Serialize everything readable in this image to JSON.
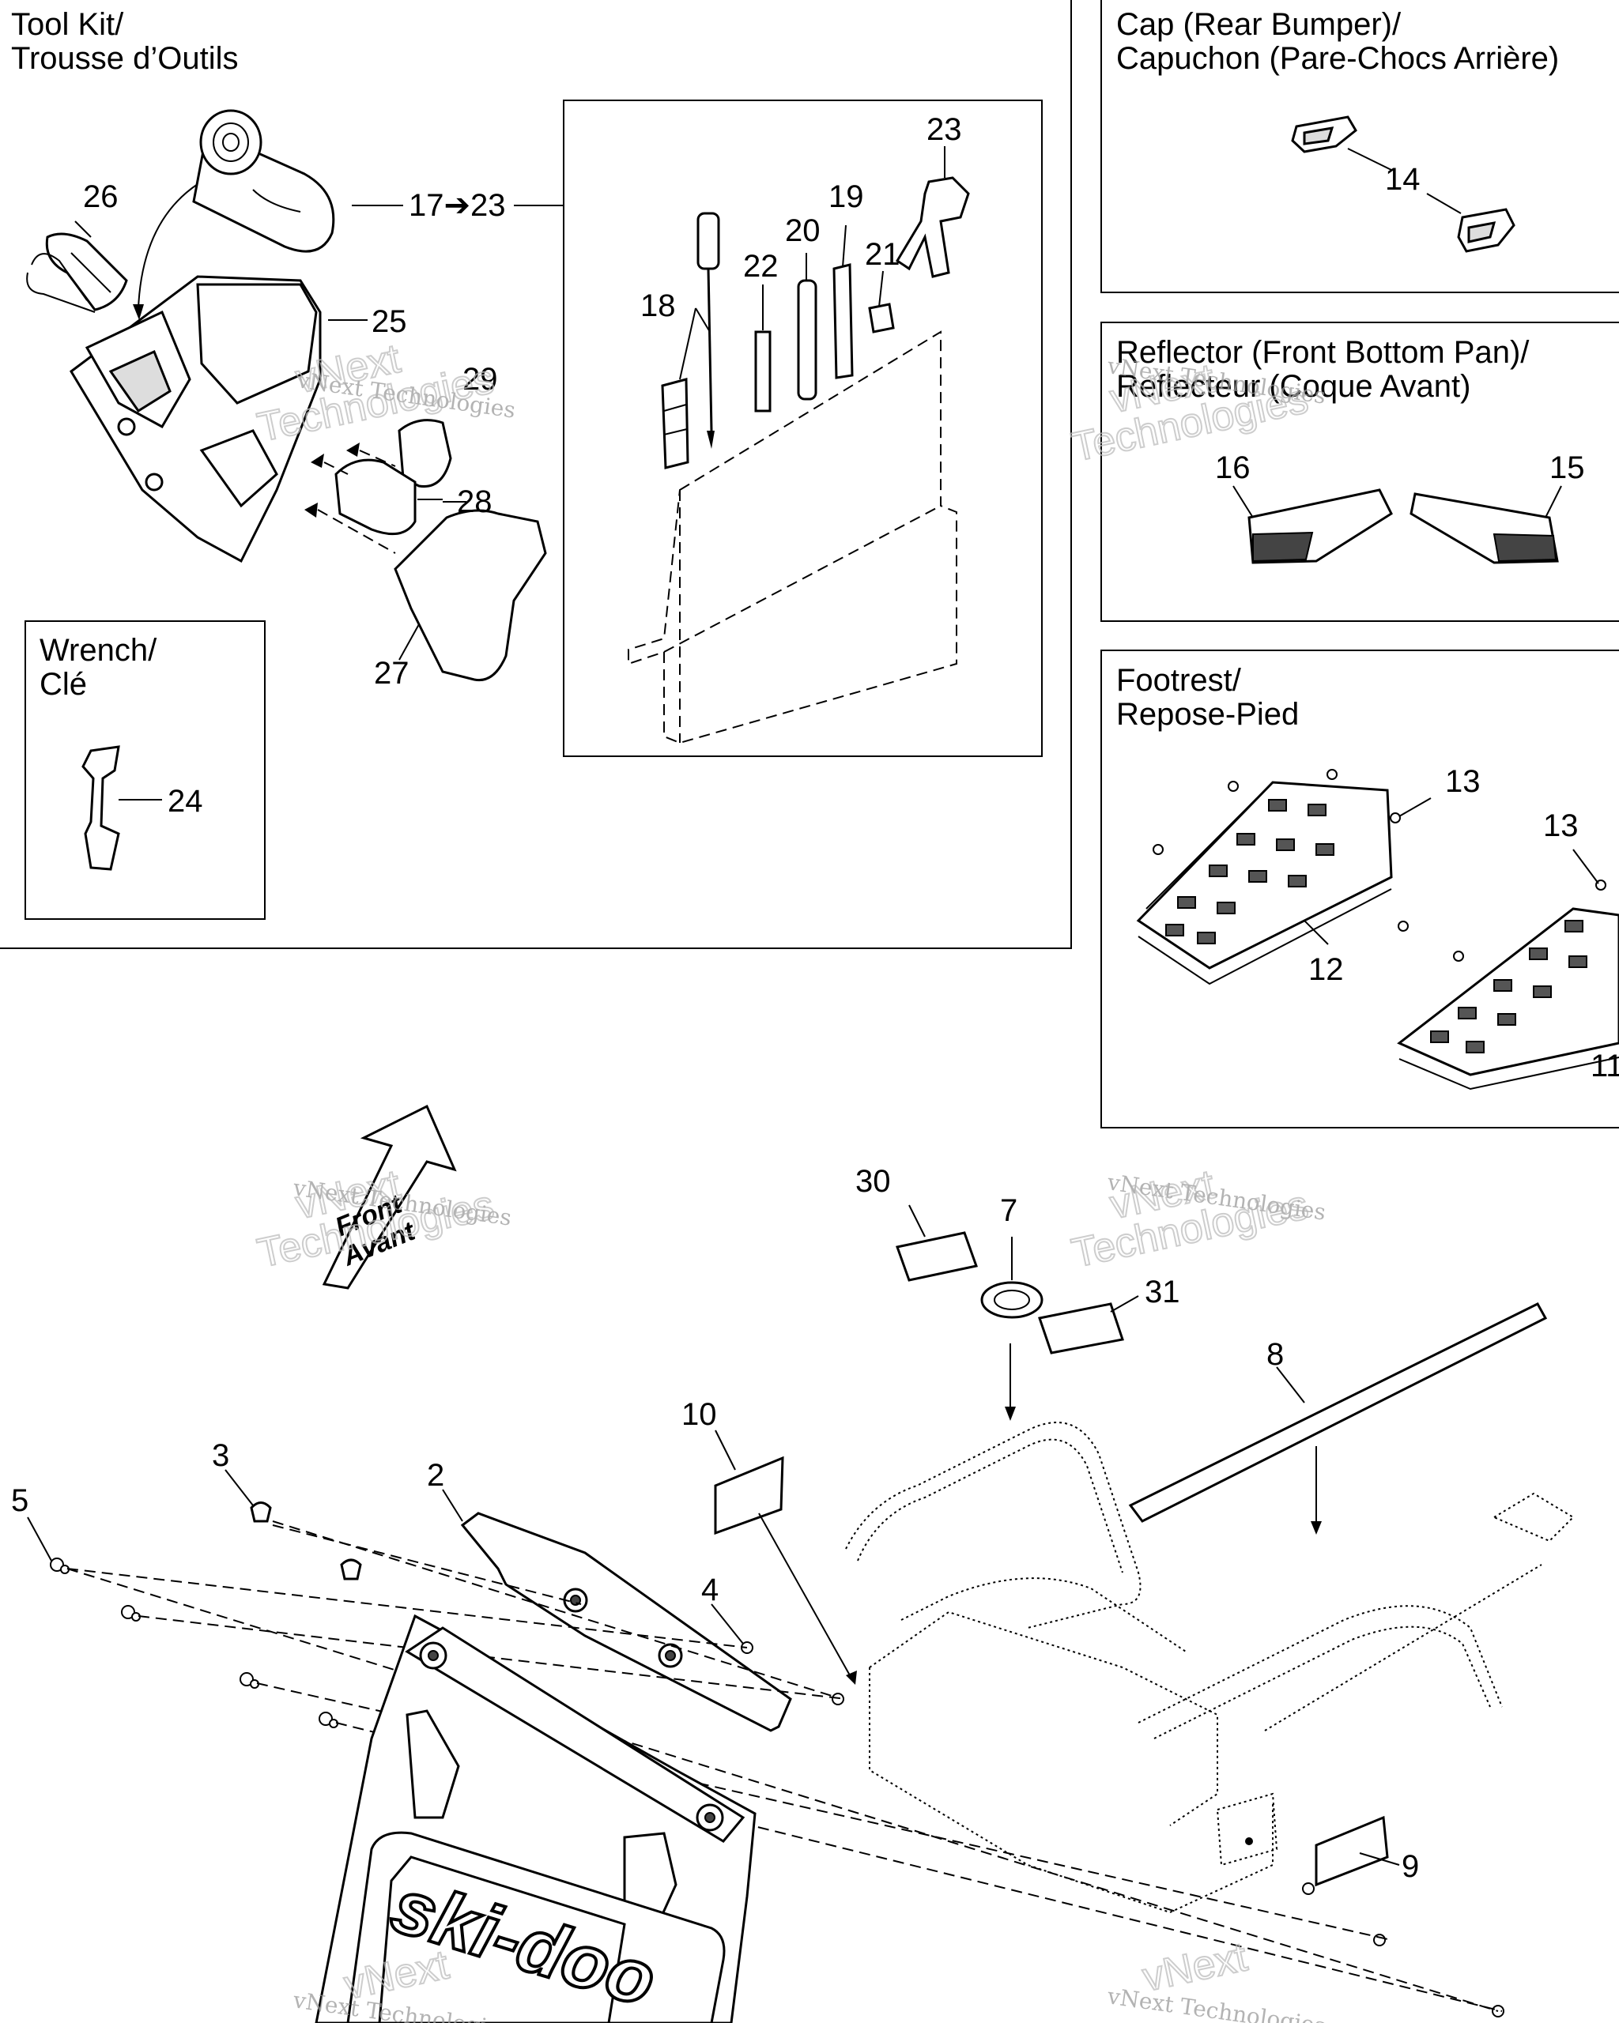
{
  "panels": {
    "tool_kit": {
      "title_line1": "Tool Kit/",
      "title_line2": "Trousse d’Outils"
    },
    "wrench": {
      "title_line1": "Wrench/",
      "title_line2": "Clé"
    },
    "cap": {
      "title_line1": "Cap (Rear Bumper)/",
      "title_line2": "Capuchon (Pare-Chocs Arrière)"
    },
    "reflector": {
      "title_line1": "Reflector (Front Bottom Pan)/",
      "title_line2": "Reflecteur (Coque Avant)"
    },
    "footrest": {
      "title_line1": "Footrest/",
      "title_line2": "Repose-Pied"
    }
  },
  "callouts": {
    "c2": "2",
    "c3": "3",
    "c4": "4",
    "c5": "5",
    "c7": "7",
    "c8": "8",
    "c9": "9",
    "c10": "10",
    "c11": "11",
    "c12": "12",
    "c13a": "13",
    "c13b": "13",
    "c14": "14",
    "c15": "15",
    "c16": "16",
    "c17_23": "17➔23",
    "c18": "18",
    "c19": "19",
    "c20": "20",
    "c21": "21",
    "c22": "22",
    "c23": "23",
    "c24": "24",
    "c25": "25",
    "c26": "26",
    "c27": "27",
    "c28": "28",
    "c29": "29",
    "c30": "30",
    "c31": "31"
  },
  "direction_arrow": {
    "line1": "Front",
    "line2": "Avant"
  },
  "brand_logo": "ski-doo",
  "watermark": {
    "line1": "vNext",
    "line2": "Technologies",
    "small": "vNext Technologies"
  }
}
